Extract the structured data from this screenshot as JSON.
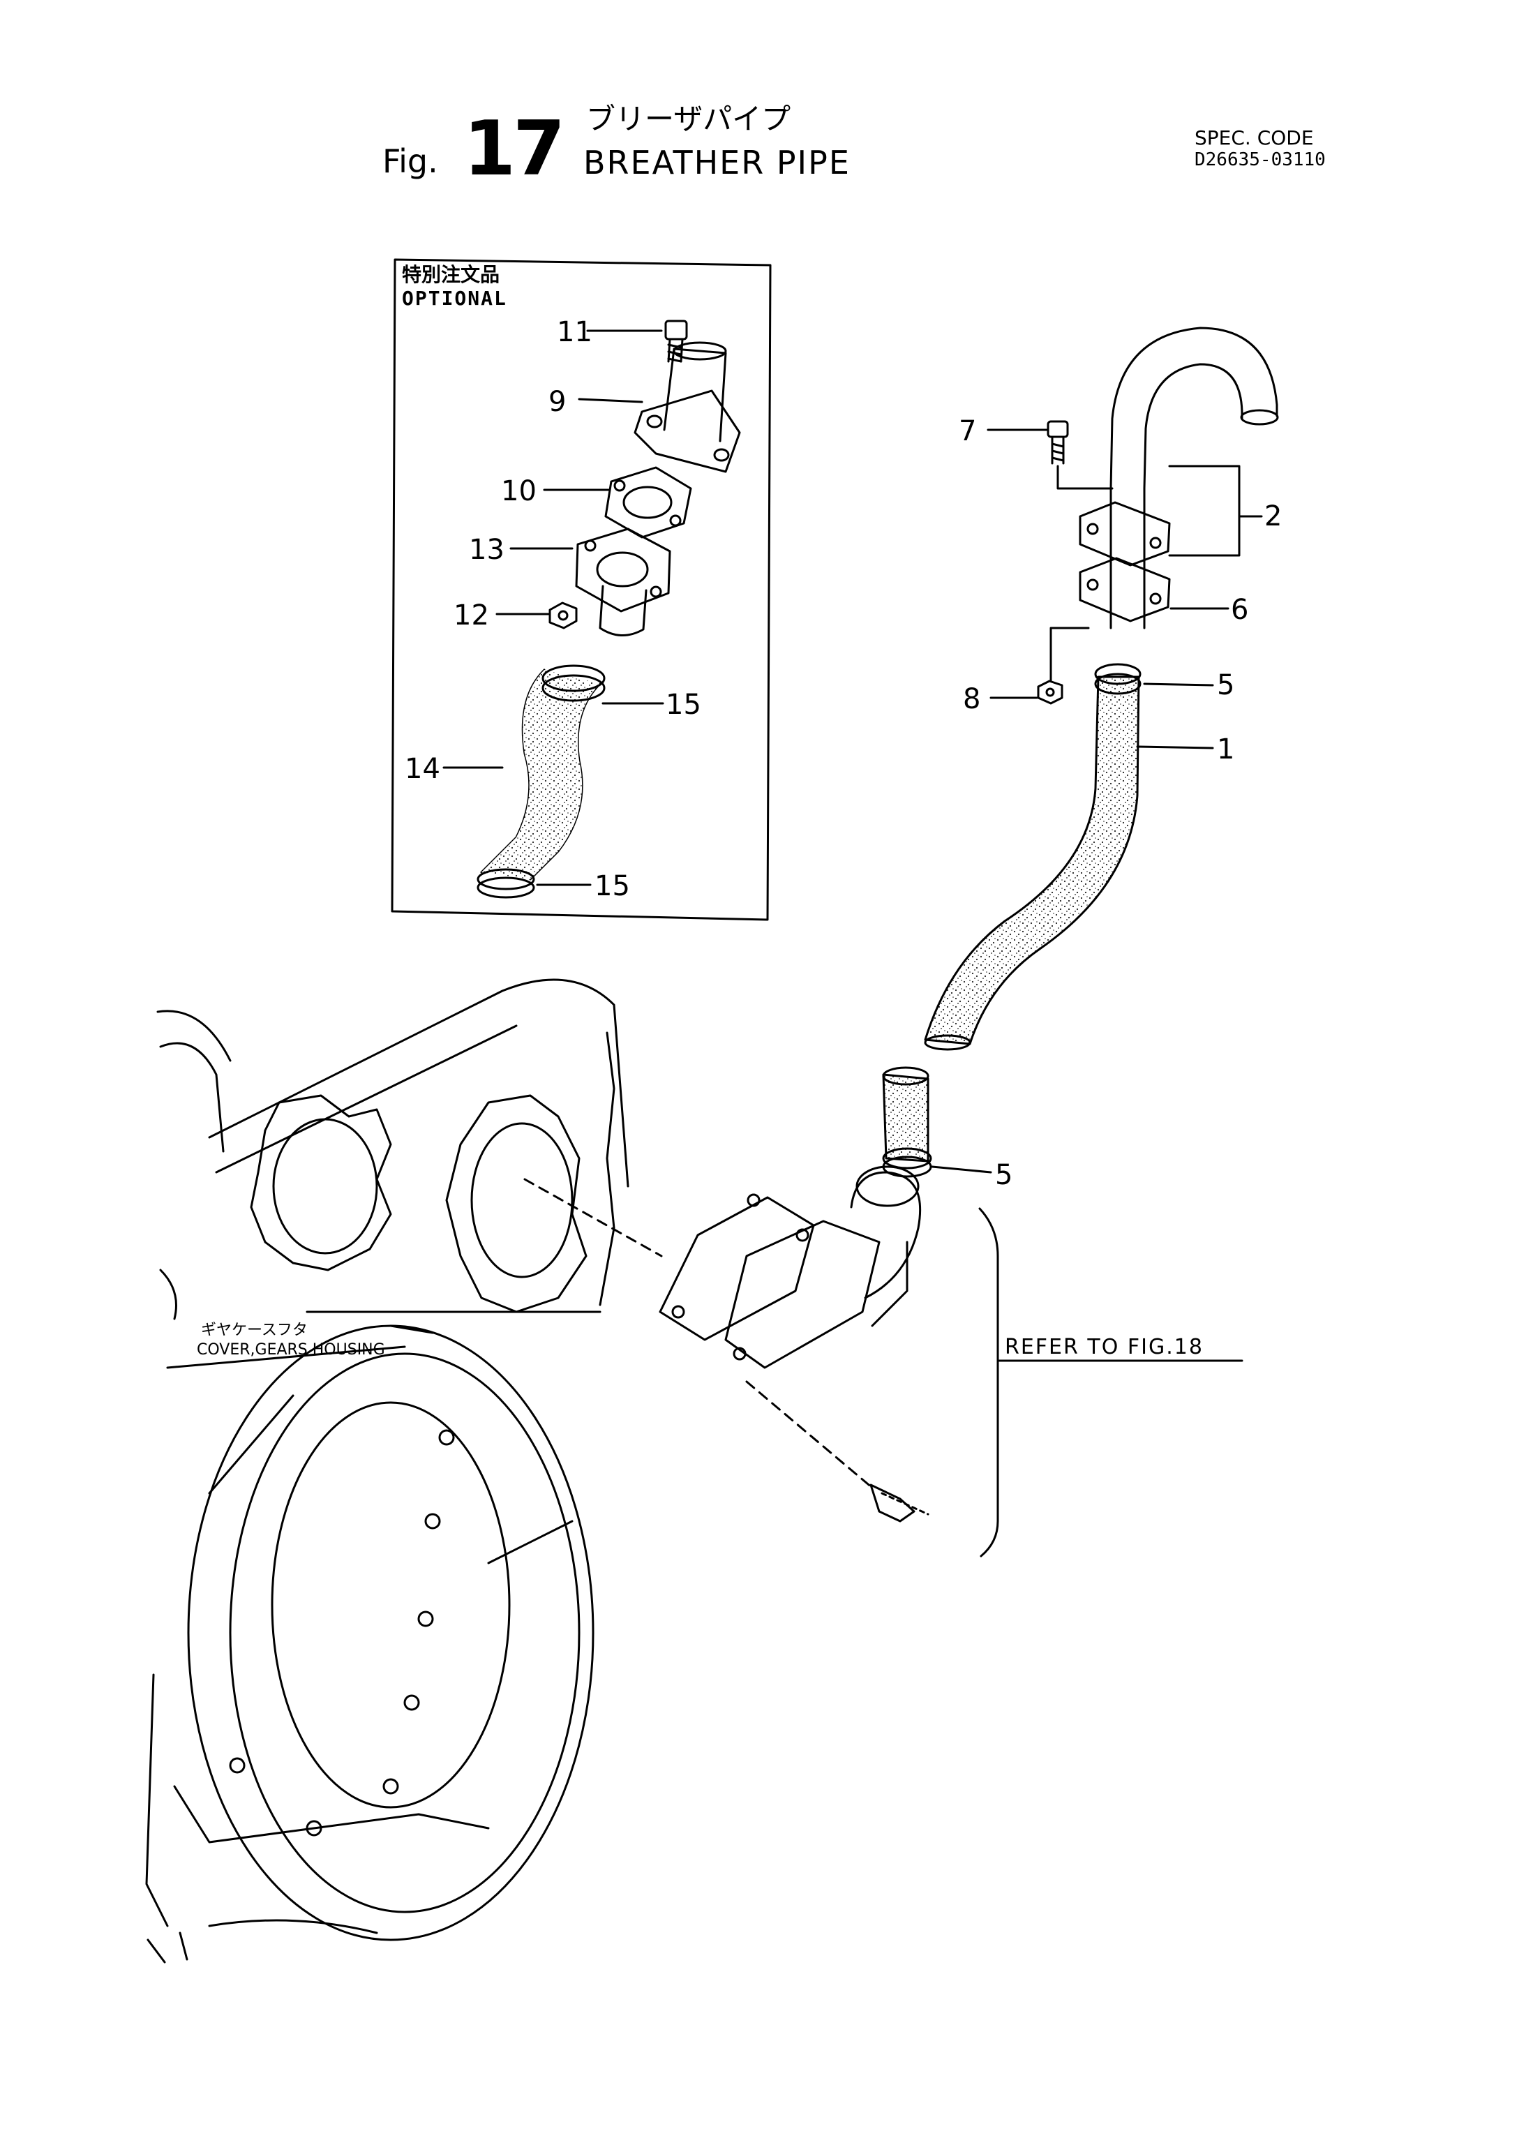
{
  "header": {
    "fig_label": "Fig.",
    "fig_number": "17",
    "title_jp": "ブリーザパイプ",
    "title_en": "BREATHER PIPE",
    "spec_label": "SPEC. CODE",
    "spec_code": "D26635-03110"
  },
  "optional_box": {
    "label_jp": "特別注文品",
    "label_en": "OPTIONAL"
  },
  "callouts": [
    "1",
    "2",
    "5",
    "5",
    "6",
    "7",
    "8",
    "9",
    "10",
    "11",
    "12",
    "13",
    "14",
    "15",
    "15"
  ],
  "cover_label": {
    "jp": "ギヤケースフタ",
    "en": "COVER,GEARS HOUSING"
  },
  "refer_note": "REFER TO FIG.18"
}
